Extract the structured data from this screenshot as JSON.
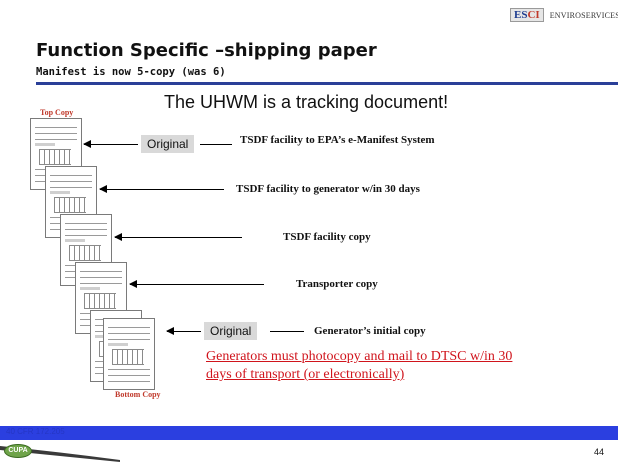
{
  "logo": {
    "mark_main": "ES",
    "mark_accent": "CI",
    "company": "ENVIROSERVICES, INC."
  },
  "title": "Function Specific –shipping paper",
  "subtitle": "Manifest is now 5-copy (was 6)",
  "headline": "The UHWM is a tracking document!",
  "labels": {
    "top_copy": "Top Copy",
    "bottom_copy": "Bottom Copy"
  },
  "copies": [
    {
      "destination": "TSDF facility to EPA’s e-Manifest System",
      "badge": "Original"
    },
    {
      "destination": "TSDF facility to generator w/in 30 days"
    },
    {
      "destination": "TSDF facility copy"
    },
    {
      "destination": "Transporter copy"
    },
    {
      "destination": "Generator’s initial copy",
      "badge": "Original"
    }
  ],
  "note": "Generators must photocopy and mail to DTSC w/in 30 days of transport (or electronically)",
  "footer": {
    "citation": "40 CFR 172.205",
    "page_number": "44",
    "org_badge": "CUPA"
  },
  "colors": {
    "rule_blue": "#2a3f98",
    "footer_blue": "#2b3fe0",
    "note_red": "#d0141c",
    "label_red": "#c0392b"
  }
}
